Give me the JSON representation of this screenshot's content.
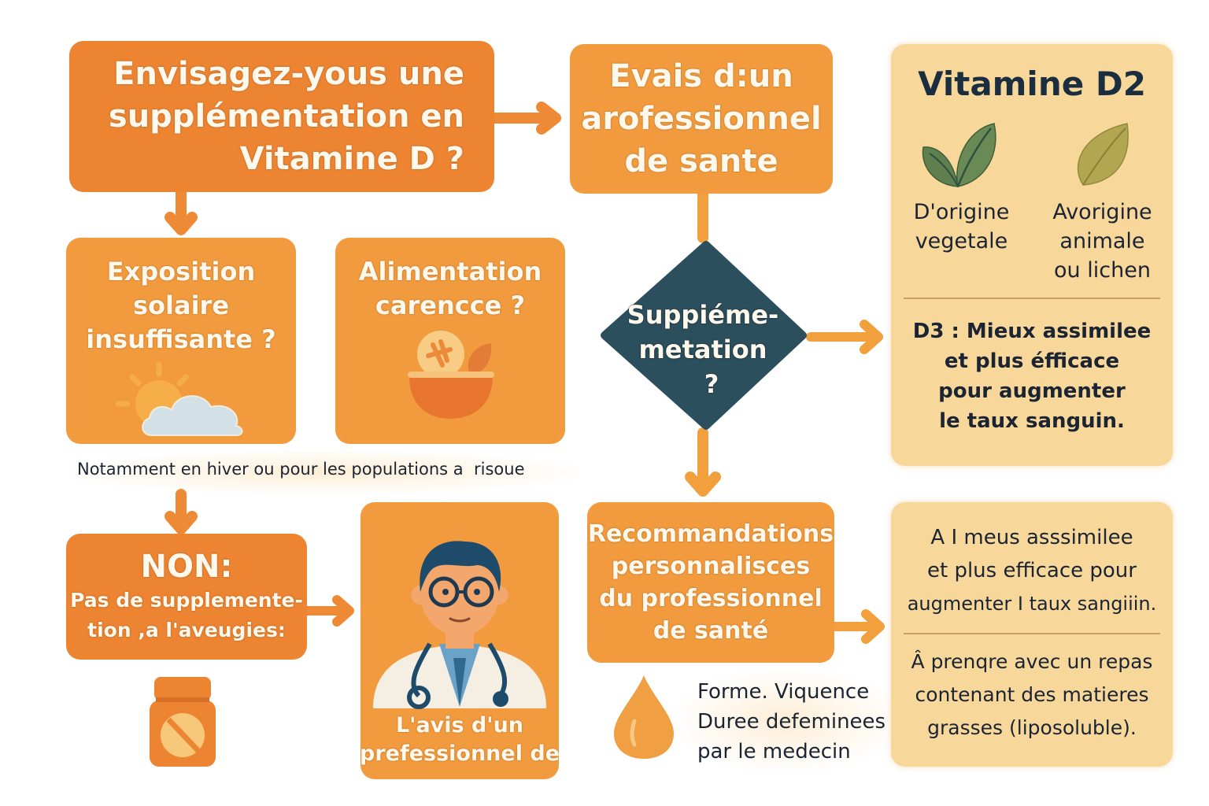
{
  "colors": {
    "dark_orange": "#ec8432",
    "mid_orange": "#f29b3e",
    "cream": "#f8d89a",
    "diamond": "#2c4f5e",
    "arrow": "#f2a03e",
    "text_dark": "#1b2433",
    "text_light": "#fff8ec"
  },
  "start": {
    "lines": [
      "Envisagez-yous une",
      "supplémentation en",
      "Vitamine D ?"
    ]
  },
  "advice_top": {
    "lines": [
      "Evais d:un",
      "arofessionnel",
      "de sante"
    ]
  },
  "d2_panel": {
    "title": "Vitamine D2",
    "left_icon": "double-leaf-icon",
    "left_label": [
      "D'origine",
      "vegetale"
    ],
    "right_icon": "leaf-icon",
    "right_label": [
      "Avorigine",
      "animale",
      "ou lichen"
    ],
    "d3_text": [
      "D3 : Mieux assimilee",
      "et plus éfficace",
      "pour augmenter",
      "le taux sanguin."
    ]
  },
  "sun_box": {
    "lines": [
      "Exposition",
      "solaire",
      "insuffisante ?"
    ],
    "icon": "sun-cloud-icon"
  },
  "food_box": {
    "lines": [
      "Alimentation",
      "carencce ?"
    ],
    "icon": "food-bowl-icon"
  },
  "note": "Notamment en hiver ou pour les populations a  risoue",
  "decision": {
    "lines": [
      "Suppiéme-",
      "metation",
      "?"
    ]
  },
  "non_box": {
    "title": "NON:",
    "lines": [
      "Pas de supplemente-",
      "tion ,a l'aveugies:"
    ],
    "icon": "pill-bottle-icon"
  },
  "doctor_box": {
    "icon": "doctor-icon",
    "lines": [
      "L'avis d'un",
      "prefessionnel de"
    ]
  },
  "reco_box": {
    "lines": [
      "Recommandations",
      "personnalisces",
      "du professionnel",
      "de santé"
    ]
  },
  "reco_note": {
    "icon": "oil-drop-icon",
    "lines": [
      "Forme. Viquence",
      "Duree defeminees",
      "par le medecin"
    ]
  },
  "bottom_panel": {
    "top_lines": [
      "A I meus asssimilee",
      "et plus efficace pour",
      "augmenter I taux sangiiin."
    ],
    "bottom_lines": [
      "Â prenqre avec un repas",
      "contenant des matieres",
      "grasses (liposoluble)."
    ]
  }
}
